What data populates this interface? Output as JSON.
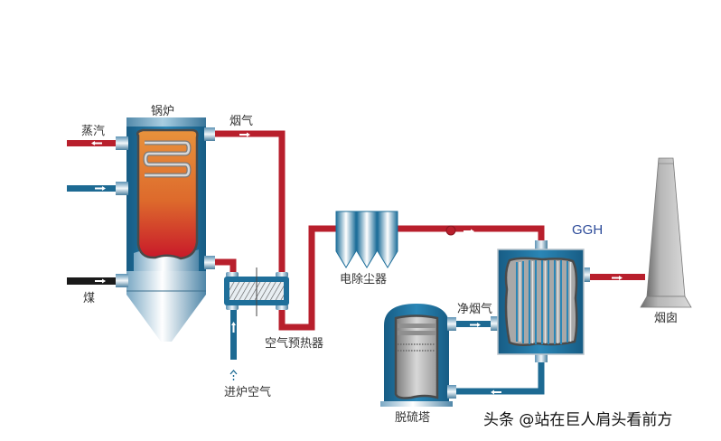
{
  "diagram": {
    "title": "火电厂烟气脱硫流程示意图",
    "labels": {
      "boiler": "锅炉",
      "steam": "蒸汽",
      "coal": "煤",
      "flue_gas": "烟气",
      "air_preheater": "空气预热器",
      "furnace_air": "进炉空气",
      "esp": "电除尘器",
      "ggh": "GGH",
      "clean_flue_gas": "净烟气",
      "desulfurization_tower": "脱硫塔",
      "chimney": "烟囱"
    },
    "watermark": "头条 @站在巨人肩头看前方",
    "colors": {
      "hot_pipe": "#b81f2c",
      "cold_pipe": "#1d6a93",
      "coal_pipe": "#1a1a1a",
      "vessel_blue": "#1f6f9a",
      "flame_top": "#e88c3a",
      "flame_bottom": "#c8182a",
      "chimney_gray": "#8c8c8c",
      "ggh_text": "#2e4c9a"
    },
    "flows": [
      {
        "from": "boiler",
        "to": "air_preheater",
        "medium": "flue_gas"
      },
      {
        "from": "air_preheater",
        "to": "esp",
        "medium": "flue_gas"
      },
      {
        "from": "esp",
        "to": "ggh",
        "medium": "flue_gas"
      },
      {
        "from": "ggh",
        "to": "desulfurization_tower",
        "medium": "flue_gas"
      },
      {
        "from": "desulfurization_tower",
        "to": "ggh",
        "medium": "clean_flue_gas"
      },
      {
        "from": "ggh",
        "to": "chimney",
        "medium": "clean_flue_gas"
      },
      {
        "from": "furnace_air",
        "to": "air_preheater",
        "medium": "air"
      },
      {
        "from": "coal",
        "to": "boiler",
        "medium": "coal"
      },
      {
        "from": "boiler",
        "to": "steam",
        "medium": "steam"
      }
    ]
  }
}
